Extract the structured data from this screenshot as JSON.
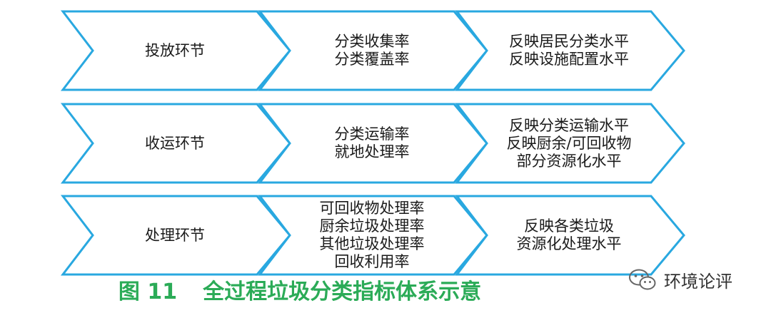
{
  "colors": {
    "chevron_stroke": "#29a8e0",
    "caption": "#2bab57",
    "text": "#1a1a1a"
  },
  "rows": [
    {
      "stage": "投放环节",
      "indicators": [
        "分类收集率",
        "分类覆盖率"
      ],
      "reflects": [
        "反映居民分类水平",
        "反映设施配置水平"
      ]
    },
    {
      "stage": "收运环节",
      "indicators": [
        "分类运输率",
        "就地处理率"
      ],
      "reflects": [
        "反映分类运输水平",
        "反映厨余/可回收物",
        "部分资源化水平"
      ]
    },
    {
      "stage": "处理环节",
      "indicators": [
        "可回收物处理率",
        "厨余垃圾处理率",
        "其他垃圾处理率",
        "回收利用率"
      ],
      "reflects": [
        "反映各类垃圾",
        "资源化处理水平"
      ]
    }
  ],
  "caption": {
    "figure_number": "图 11",
    "title": "全过程垃圾分类指标体系示意"
  },
  "watermark": {
    "text": "环境论评",
    "icon": "wechat-icon"
  }
}
